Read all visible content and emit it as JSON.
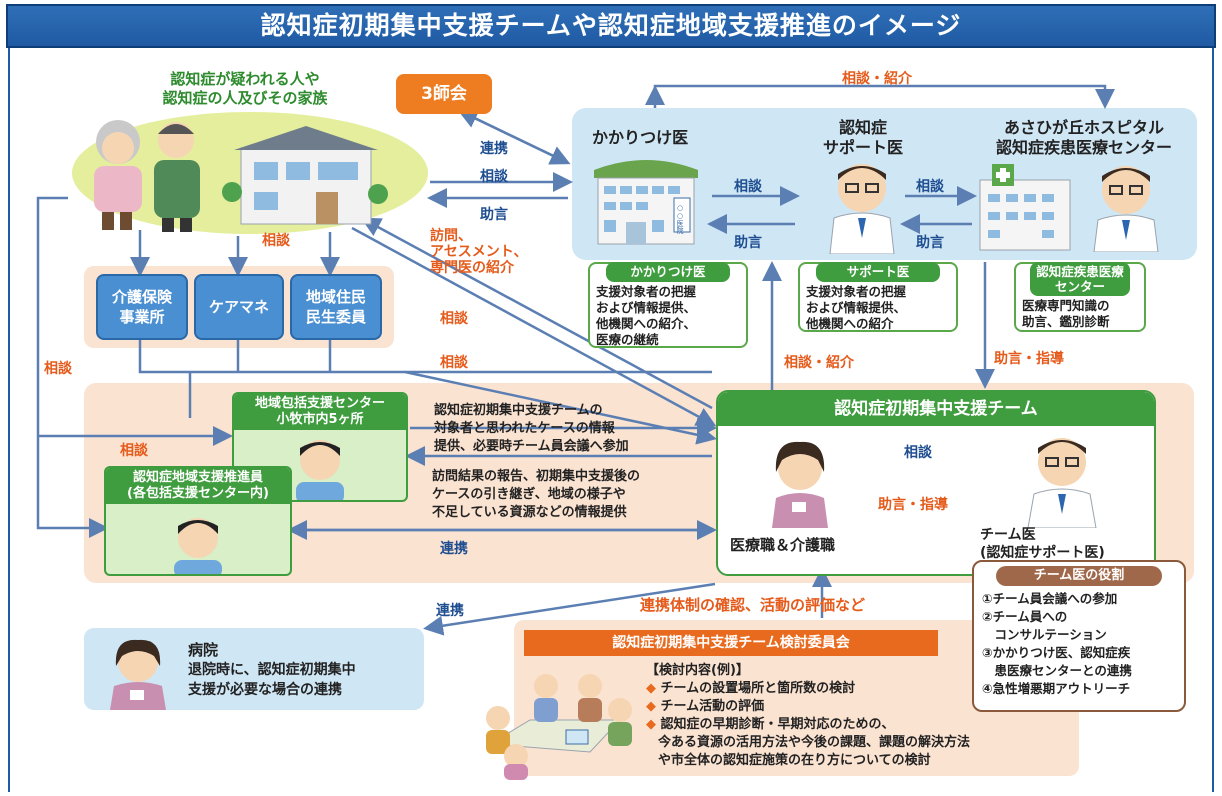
{
  "header": {
    "title": "認知症初期集中支援チームや認知症地域支援推進のイメージ"
  },
  "family": {
    "label_line1": "認知症が疑われる人や",
    "label_line2": "認知症の人及びその家族"
  },
  "sanshikai": {
    "label": "3師会"
  },
  "top_arrow_label": "相談・紹介",
  "medical": {
    "kakaritsuke": "かかりつけ医",
    "support_line1": "認知症",
    "support_line2": "サポート医",
    "hospital_line1": "あさひが丘ホスピタル",
    "hospital_line2": "認知症疾患医療センター",
    "consult1": "相談",
    "advice1": "助言",
    "consult2": "相談",
    "advice2": "助言",
    "clinic_sign": "○○医院"
  },
  "arrows": {
    "renkei1": "連携",
    "soudan1": "相談",
    "jogen1": "助言",
    "houmon1": "訪問、",
    "houmon2": "アセスメント、",
    "houmon3": "専門医の紹介",
    "soudan_family": "相談",
    "soudan_mid1": "相談",
    "soudan_mid2": "相談",
    "soudan_left": "相談",
    "soudan_left2": "相談",
    "soudan_kaigo": "相談・紹介",
    "jogen_shidou": "助言・指導",
    "renkei2": "連携",
    "renkei3": "連携",
    "kakunin": "連携体制の確認、活動の評価など"
  },
  "notes": {
    "kakaritsuke": {
      "title": "かかりつけ医",
      "lines": [
        "支援対象者の把握",
        "および情報提供、",
        "他機関への紹介、",
        "医療の継続"
      ]
    },
    "support": {
      "title": "サポート医",
      "lines": [
        "支援対象者の把握",
        "および情報提供、",
        "他機関への紹介"
      ]
    },
    "center": {
      "title_line1": "認知症疾患医療",
      "title_line2": "センター",
      "lines": [
        "医療専門知識の",
        "助言、鑑別診断"
      ]
    }
  },
  "community": {
    "kaigo_line1": "介護保険",
    "kaigo_line2": "事業所",
    "caremane": "ケアマネ",
    "chiiki_line1": "地域住民",
    "chiiki_line2": "民生委員"
  },
  "houkatsu": {
    "title_line1": "地域包括支援センター",
    "title_line2": "小牧市内5ヶ所"
  },
  "suishin": {
    "title_line1": "認知症地域支援推進員",
    "title_line2": "(各包括支援センター内)"
  },
  "info_text1": [
    "認知症初期集中支援チームの",
    "対象者と思われたケースの情報",
    "提供、必要時チーム員会議へ参加"
  ],
  "info_text2": [
    "訪問結果の報告、初期集中支援後の",
    "ケースの引き継ぎ、地域の様子や",
    "不足している資源などの情報提供"
  ],
  "team": {
    "title": "認知症初期集中支援チーム",
    "soudan": "相談",
    "jogen": "助言・指導",
    "nurse": "医療職＆介護職",
    "doctor_line1": "チーム医",
    "doctor_line2": "(認知症サポート医)"
  },
  "role": {
    "title": "チーム医の役割",
    "lines": [
      "①チーム員会議への参加",
      "②チーム員への",
      "　コンサルテーション",
      "③かかりつけ医、認知症疾",
      "　患医療センターとの連携",
      "④急性増悪期アウトリーチ"
    ]
  },
  "hospital": {
    "title": "病院",
    "lines": [
      "退院時に、認知症初期集中",
      "支援が必要な場合の連携"
    ]
  },
  "committee": {
    "title": "認知症初期集中支援チーム検討委員会",
    "subtitle": "【検討内容(例)】",
    "items": [
      "チームの設置場所と箇所数の検討",
      "チーム活動の評価",
      "認知症の早期診断・早期対応のための、"
    ],
    "extra": [
      "今ある資源の活用方法や今後の課題、課題の解決方法",
      "や市全体の認知症施策の在り方についての検討"
    ]
  },
  "colors": {
    "blue": "#1f5aa3",
    "orange": "#e55b1b",
    "green": "#3f9d3f",
    "peach": "#fbe3d2",
    "lightblue": "#cfe6f5"
  }
}
